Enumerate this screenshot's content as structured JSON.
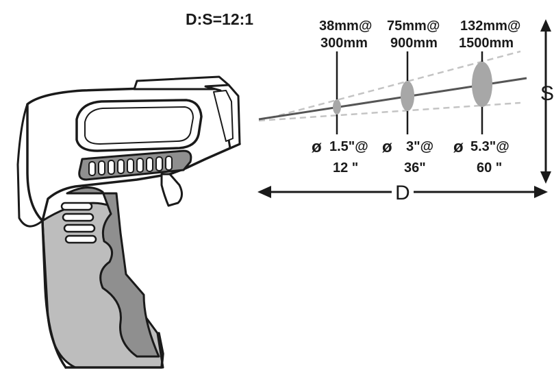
{
  "ratio_label": "D:S=12:1",
  "spots": [
    {
      "top_line1": "38mm@",
      "top_line2": "300mm",
      "bottom_line1": "1.5\"@",
      "bottom_line2": "12 \""
    },
    {
      "top_line1": "75mm@",
      "top_line2": "900mm",
      "bottom_line1": "3\"@",
      "bottom_line2": "36\""
    },
    {
      "top_line1": "132mm@",
      "top_line2": "1500mm",
      "bottom_line1": "5.3\"@",
      "bottom_line2": "60 \""
    }
  ],
  "diameter_symbol": "ø",
  "distance_label": "D",
  "spot_label": "S",
  "colors": {
    "outline": "#1a1a1a",
    "spot_fill": "#a7a7a7",
    "cone_dash": "#c4c4c4",
    "gun_grey": "#bdbdbd",
    "gun_grey_dark": "#8f8f8f"
  }
}
